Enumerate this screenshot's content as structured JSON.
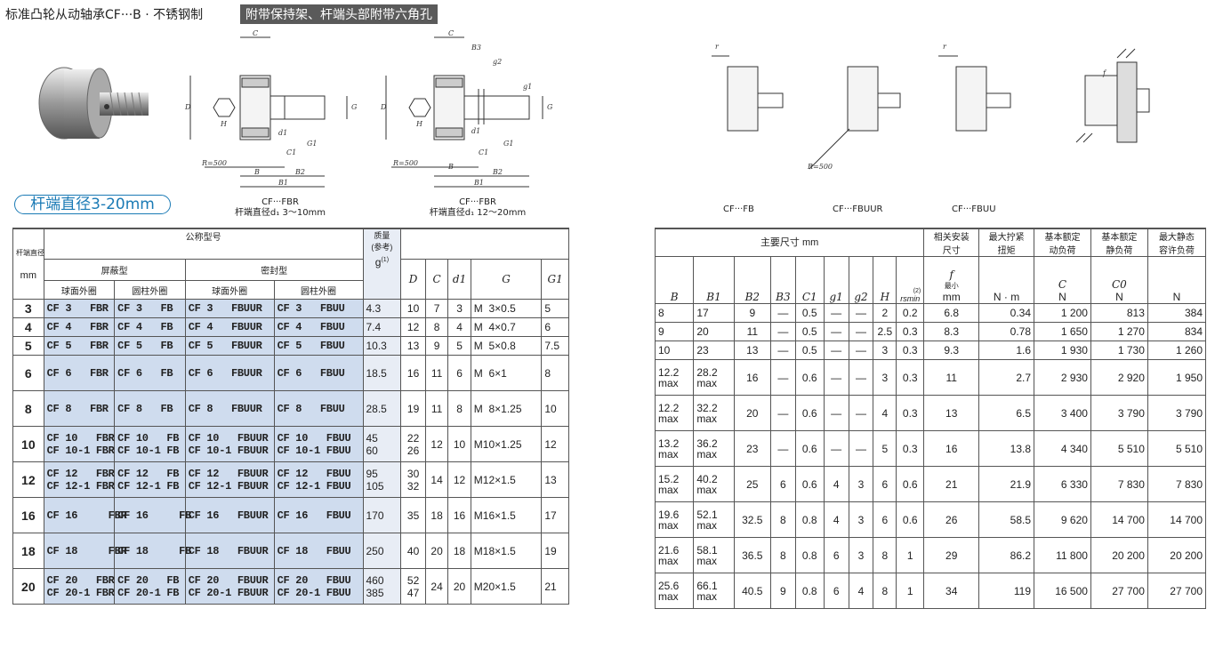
{
  "header": {
    "title": "标准凸轮从动轴承CF···B · 不锈钢制",
    "tag": "附带保持架、杆端头部附带六角孔"
  },
  "badge": "杆端直径3-20mm",
  "captions": {
    "fbr_name": "CF···FBR",
    "fbr_range": "杆端直径d₁  3～10mm",
    "fbr2_name": "CF···FBR",
    "fbr2_range": "杆端直径d₁  12～20mm",
    "fb": "CF···FB",
    "fbuur": "CF···FBUUR",
    "fbuu": "CF···FBUU"
  },
  "drawing_labels": {
    "C": "C",
    "B3": "B3",
    "g2": "g2",
    "G": "G",
    "G1": "G1",
    "D": "D",
    "H": "H",
    "d1": "d1",
    "C1": "C1",
    "B": "B",
    "B2": "B2",
    "B1": "B1",
    "g1": "g1",
    "R500": "R=500",
    "r": "r",
    "f": "f"
  },
  "left_table": {
    "h_nominal": "公称型号",
    "h_mass": "质量\n(参考)",
    "h_dia": "杆端直径",
    "h_mm": "mm",
    "h_shield": "屏蔽型",
    "h_seal": "密封型",
    "h_sph": "球面外圈",
    "h_cyl": "圆柱外圈",
    "h_sph2": "球面外圈",
    "h_cyl2": "圆柱外圈",
    "h_g": "g",
    "h_g_sup": "(1)",
    "h_D": "D",
    "h_C": "C",
    "h_d1": "d1",
    "h_G": "G",
    "h_G1": "G1",
    "rows": [
      {
        "dia": "3",
        "m1": "CF 3   FBR",
        "m2": "CF 3   FB",
        "m3": "CF 3   FBUUR",
        "m4": "CF 3   FBUU",
        "mass": "4.3",
        "D": "10",
        "C": "7",
        "d1": "3",
        "G": "M  3×0.5",
        "G1": "5"
      },
      {
        "dia": "4",
        "m1": "CF 4   FBR",
        "m2": "CF 4   FB",
        "m3": "CF 4   FBUUR",
        "m4": "CF 4   FBUU",
        "mass": "7.4",
        "D": "12",
        "C": "8",
        "d1": "4",
        "G": "M  4×0.7",
        "G1": "6"
      },
      {
        "dia": "5",
        "m1": "CF 5   FBR",
        "m2": "CF 5   FB",
        "m3": "CF 5   FBUUR",
        "m4": "CF 5   FBUU",
        "mass": "10.3",
        "D": "13",
        "C": "9",
        "d1": "5",
        "G": "M  5×0.8",
        "G1": "7.5"
      },
      {
        "dia": "6",
        "m1": "CF 6   FBR",
        "m2": "CF 6   FB",
        "m3": "CF 6   FBUUR",
        "m4": "CF 6   FBUU",
        "mass": "18.5",
        "D": "16",
        "C": "11",
        "d1": "6",
        "G": "M  6×1",
        "G1": "8"
      },
      {
        "dia": "8",
        "m1": "CF 8   FBR",
        "m2": "CF 8   FB",
        "m3": "CF 8   FBUUR",
        "m4": "CF 8   FBUU",
        "mass": "28.5",
        "D": "19",
        "C": "11",
        "d1": "8",
        "G": "M  8×1.25",
        "G1": "10"
      },
      {
        "dia": "10",
        "m1": "CF 10   FBR\nCF 10-1 FBR",
        "m2": "CF 10   FB\nCF 10-1 FB",
        "m3": "CF 10   FBUUR\nCF 10-1 FBUUR",
        "m4": "CF 10   FBUU\nCF 10-1 FBUU",
        "mass": "45\n60",
        "D": "22\n26",
        "C": "12",
        "d1": "10",
        "G": "M10×1.25",
        "G1": "12"
      },
      {
        "dia": "12",
        "m1": "CF 12   FBR\nCF 12-1 FBR",
        "m2": "CF 12   FB\nCF 12-1 FB",
        "m3": "CF 12   FBUUR\nCF 12-1 FBUUR",
        "m4": "CF 12   FBUU\nCF 12-1 FBUU",
        "mass": "95\n105",
        "D": "30\n32",
        "C": "14",
        "d1": "12",
        "G": "M12×1.5",
        "G1": "13"
      },
      {
        "dia": "16",
        "m1": "CF 16     FBR",
        "m2": "CF 16     FB",
        "m3": "CF 16   FBUUR",
        "m4": "CF 16   FBUU",
        "mass": "170",
        "D": "35",
        "C": "18",
        "d1": "16",
        "G": "M16×1.5",
        "G1": "17"
      },
      {
        "dia": "18",
        "m1": "CF 18     FBR",
        "m2": "CF 18     FB",
        "m3": "CF 18   FBUUR",
        "m4": "CF 18   FBUU",
        "mass": "250",
        "D": "40",
        "C": "20",
        "d1": "18",
        "G": "M18×1.5",
        "G1": "19"
      },
      {
        "dia": "20",
        "m1": "CF 20   FBR\nCF 20-1 FBR",
        "m2": "CF 20   FB\nCF 20-1 FB",
        "m3": "CF 20   FBUUR\nCF 20-1 FBUUR",
        "m4": "CF 20   FBUU\nCF 20-1 FBUU",
        "mass": "460\n385",
        "D": "52\n47",
        "C": "24",
        "d1": "20",
        "G": "M20×1.5",
        "G1": "21"
      }
    ]
  },
  "right_table": {
    "h_main": "主要尺寸  mm",
    "h_install": "相关安装\n尺寸",
    "h_torque": "最大拧紧\n扭矩",
    "h_dyn": "基本额定\n动负荷",
    "h_stat": "基本额定\n静负荷",
    "h_allow": "最大静态\n容许负荷",
    "h_B": "B",
    "h_B1": "B1",
    "h_B2": "B2",
    "h_B3": "B3",
    "h_C1": "C1",
    "h_g1": "g1",
    "h_g2": "g2",
    "h_H": "H",
    "h_r": "rsmin",
    "h_r_sup": "(2)",
    "h_f": "f",
    "h_min": "最小",
    "h_mm": "mm",
    "h_Nm": "N · m",
    "h_Csym": "C",
    "h_C0": "C0",
    "h_N1": "N",
    "h_N2": "N",
    "h_N3": "N",
    "rows": [
      {
        "B": "8",
        "B1": "17",
        "B2": "9",
        "B3": "—",
        "C1": "0.5",
        "g1": "—",
        "g2": "—",
        "H": "2",
        "r": "0.2",
        "f": "6.8",
        "T": "0.34",
        "Cd": "1 200",
        "C0": "813",
        "P": "384"
      },
      {
        "B": "9",
        "B1": "20",
        "B2": "11",
        "B3": "—",
        "C1": "0.5",
        "g1": "—",
        "g2": "—",
        "H": "2.5",
        "r": "0.3",
        "f": "8.3",
        "T": "0.78",
        "Cd": "1 650",
        "C0": "1 270",
        "P": "834"
      },
      {
        "B": "10",
        "B1": "23",
        "B2": "13",
        "B3": "—",
        "C1": "0.5",
        "g1": "—",
        "g2": "—",
        "H": "3",
        "r": "0.3",
        "f": "9.3",
        "T": "1.6",
        "Cd": "1 930",
        "C0": "1 730",
        "P": "1 260"
      },
      {
        "B": "12.2\nmax",
        "B1": "28.2\nmax",
        "B2": "16",
        "B3": "—",
        "C1": "0.6",
        "g1": "—",
        "g2": "—",
        "H": "3",
        "r": "0.3",
        "f": "11",
        "T": "2.7",
        "Cd": "2 930",
        "C0": "2 920",
        "P": "1 950"
      },
      {
        "B": "12.2\nmax",
        "B1": "32.2\nmax",
        "B2": "20",
        "B3": "—",
        "C1": "0.6",
        "g1": "—",
        "g2": "—",
        "H": "4",
        "r": "0.3",
        "f": "13",
        "T": "6.5",
        "Cd": "3 400",
        "C0": "3 790",
        "P": "3 790"
      },
      {
        "B": "13.2\nmax",
        "B1": "36.2\nmax",
        "B2": "23",
        "B3": "—",
        "C1": "0.6",
        "g1": "—",
        "g2": "—",
        "H": "5",
        "r": "0.3",
        "f": "16",
        "T": "13.8",
        "Cd": "4 340",
        "C0": "5 510",
        "P": "5 510"
      },
      {
        "B": "15.2\nmax",
        "B1": "40.2\nmax",
        "B2": "25",
        "B3": "6",
        "C1": "0.6",
        "g1": "4",
        "g2": "3",
        "H": "6",
        "r": "0.6",
        "f": "21",
        "T": "21.9",
        "Cd": "6 330",
        "C0": "7 830",
        "P": "7 830"
      },
      {
        "B": "19.6\nmax",
        "B1": "52.1\nmax",
        "B2": "32.5",
        "B3": "8",
        "C1": "0.8",
        "g1": "4",
        "g2": "3",
        "H": "6",
        "r": "0.6",
        "f": "26",
        "T": "58.5",
        "Cd": "9 620",
        "C0": "14 700",
        "P": "14 700"
      },
      {
        "B": "21.6\nmax",
        "B1": "58.1\nmax",
        "B2": "36.5",
        "B3": "8",
        "C1": "0.8",
        "g1": "6",
        "g2": "3",
        "H": "8",
        "r": "1",
        "f": "29",
        "T": "86.2",
        "Cd": "11 800",
        "C0": "20 200",
        "P": "20 200"
      },
      {
        "B": "25.6\nmax",
        "B1": "66.1\nmax",
        "B2": "40.5",
        "B3": "9",
        "C1": "0.8",
        "g1": "6",
        "g2": "4",
        "H": "8",
        "r": "1",
        "f": "34",
        "T": "119",
        "Cd": "16 500",
        "C0": "27 700",
        "P": "27 700"
      }
    ]
  }
}
